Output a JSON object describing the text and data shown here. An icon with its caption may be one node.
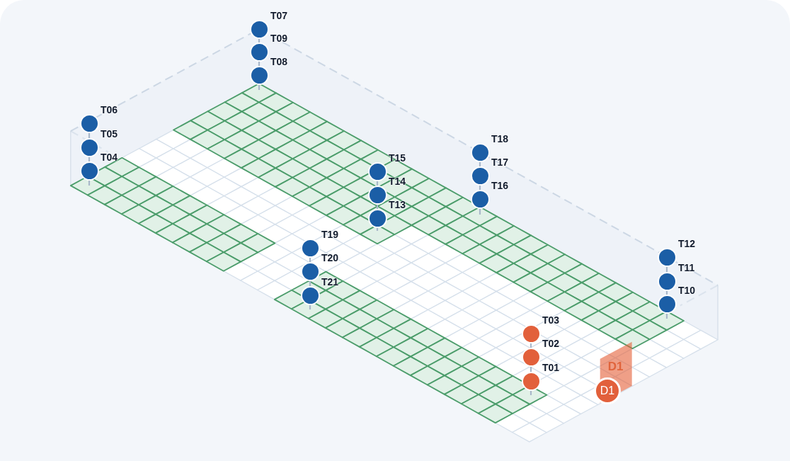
{
  "diagram": {
    "nodes": [
      {
        "text": [],
        "shape": "circle",
        "beside": [
          "T07"
        ]
      },
      {
        "text": [],
        "shape": "circle",
        "beside": [
          "T09"
        ]
      },
      {
        "text": [],
        "shape": "circle",
        "beside": [
          "T08"
        ]
      },
      {
        "text": [],
        "shape": "circle",
        "beside": [
          "T06"
        ]
      },
      {
        "text": [],
        "shape": "circle",
        "beside": [
          "T05"
        ]
      },
      {
        "text": [],
        "shape": "circle",
        "beside": [
          "T04"
        ]
      },
      {
        "text": [],
        "shape": "circle",
        "beside": [
          "T18"
        ]
      },
      {
        "text": [],
        "shape": "circle",
        "beside": [
          "T17"
        ]
      },
      {
        "text": [],
        "shape": "circle",
        "beside": [
          "T16"
        ]
      },
      {
        "text": [],
        "shape": "circle",
        "beside": [
          "T15"
        ]
      },
      {
        "text": [],
        "shape": "circle",
        "beside": [
          "T14"
        ]
      },
      {
        "text": [],
        "shape": "circle",
        "beside": [
          "T13"
        ]
      },
      {
        "text": [],
        "shape": "circle",
        "beside": [
          "T19"
        ]
      },
      {
        "text": [],
        "shape": "circle",
        "beside": [
          "T20"
        ]
      },
      {
        "text": [],
        "shape": "circle",
        "beside": [
          "T21"
        ]
      },
      {
        "text": [],
        "shape": "circle",
        "beside": [
          "T12"
        ]
      },
      {
        "text": [],
        "shape": "circle",
        "beside": [
          "T11"
        ]
      },
      {
        "text": [],
        "shape": "circle",
        "beside": [
          "T10"
        ]
      },
      {
        "text": [],
        "shape": "circle",
        "beside": [
          "T03"
        ]
      },
      {
        "text": [],
        "shape": "circle",
        "beside": [
          "T02"
        ]
      },
      {
        "text": [],
        "shape": "circle",
        "beside": [
          "T01"
        ]
      },
      {
        "text": [
          "D1"
        ]
      },
      {
        "text": [
          "D1"
        ]
      }
    ]
  }
}
